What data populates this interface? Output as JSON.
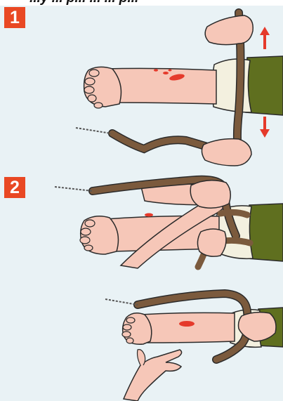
{
  "header": {
    "text": "...y ... p... ... ... p..."
  },
  "steps": [
    {
      "label": "1"
    },
    {
      "label": "2"
    }
  ],
  "colors": {
    "panel_background": "#e9f2f5",
    "badge": "#e94823",
    "skin": "#f6c7b8",
    "skin_outline": "#2a2a2a",
    "belt": "#7b5a3d",
    "trouser_green": "#5f6f1f",
    "bandage": "#f3f0df",
    "blood": "#e53a2b",
    "arrow": "#e53a2b"
  },
  "icons": [
    "arrow-up-icon",
    "arrow-down-icon"
  ]
}
